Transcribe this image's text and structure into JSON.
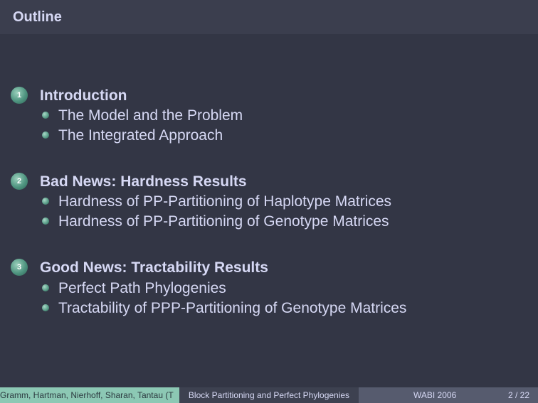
{
  "frame_title": "Outline",
  "sections": [
    {
      "number": "1",
      "title": "Introduction",
      "items": [
        "The Model and the Problem",
        "The Integrated Approach"
      ]
    },
    {
      "number": "2",
      "title": "Bad News: Hardness Results",
      "items": [
        "Hardness of PP-Partitioning of Haplotype Matrices",
        "Hardness of PP-Partitioning of Genotype Matrices"
      ]
    },
    {
      "number": "3",
      "title": "Good News: Tractability Results",
      "items": [
        "Perfect Path Phylogenies",
        "Tractability of PPP-Partitioning of Genotype Matrices"
      ]
    }
  ],
  "footer": {
    "authors": "Gramm, Hartman, Nierhoff, Sharan, Tantau  (T",
    "talk_title": "Block Partitioning and Perfect Phylogenies",
    "event": "WABI 2006",
    "page": "2 / 22"
  },
  "colors": {
    "background": "#333645",
    "accent": "#5a9e89",
    "footer_left": "#8cc8b4"
  }
}
